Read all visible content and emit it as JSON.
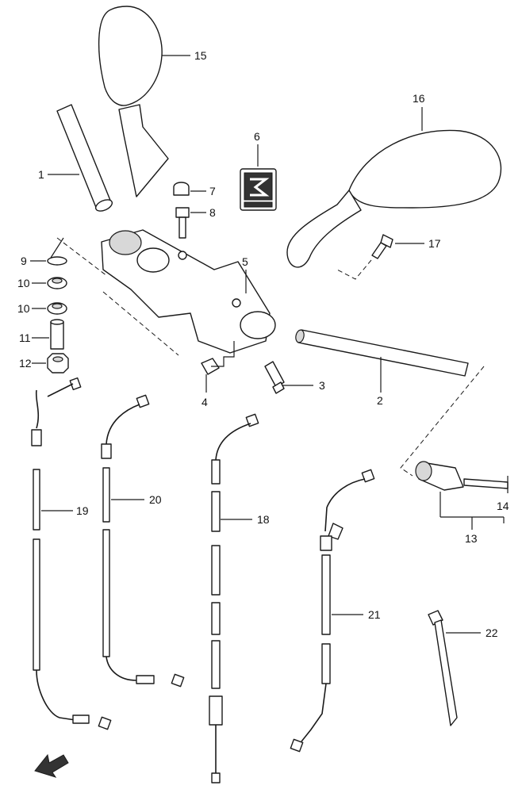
{
  "callouts": {
    "c1": "1",
    "c2": "2",
    "c3": "3",
    "c4": "4",
    "c5": "5",
    "c6": "6",
    "c7": "7",
    "c8": "8",
    "c9": "9",
    "c10a": "10",
    "c10b": "10",
    "c11": "11",
    "c12": "12",
    "c13": "13",
    "c14": "14",
    "c15": "15",
    "c16": "16",
    "c17": "17",
    "c18": "18",
    "c19": "19",
    "c20": "20",
    "c21": "21",
    "c22": "22"
  },
  "colors": {
    "ink": "#1a1a1a",
    "fill": "#ffffff",
    "shade": "#d8d8d8"
  },
  "icons": {
    "emblem": "suzuki-s-emblem-icon",
    "direction": "front-direction-arrow-icon"
  }
}
